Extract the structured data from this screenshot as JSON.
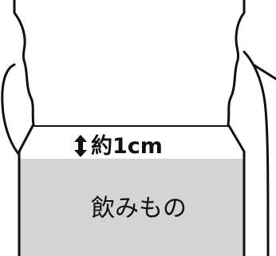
{
  "measurement": {
    "label": "約1cm",
    "arrow_icon": "double-vertical-arrow"
  },
  "liquid": {
    "label": "飲みもの",
    "color": "#d4d4d4"
  },
  "lines": {
    "color": "#111111"
  }
}
